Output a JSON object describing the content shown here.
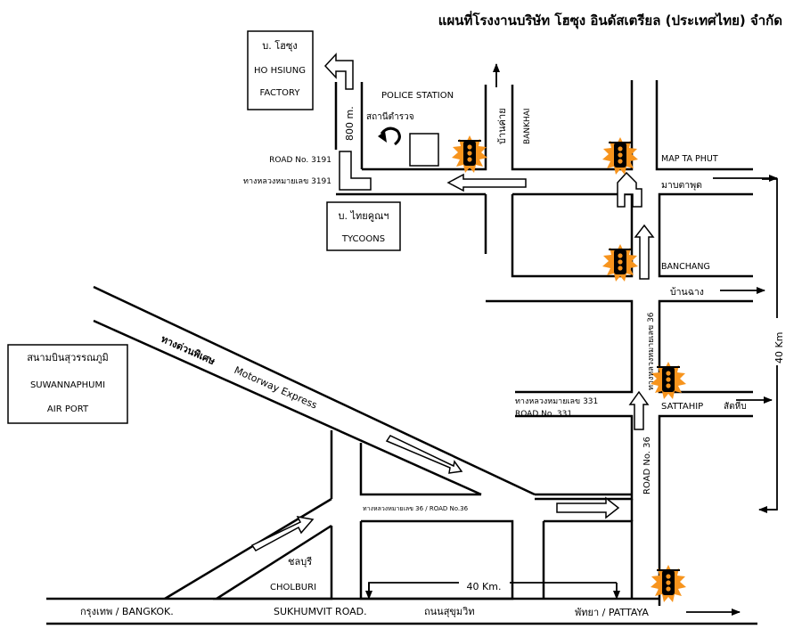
{
  "title": "แผนที่โรงงานบริษัท โฮซุง อินดัสเตรียล (ประเทศไทย) จำกัด",
  "boxes": {
    "factory": {
      "line1": "บ. โฮซุง",
      "line2": "HO HSIUNG",
      "line3": "FACTORY"
    },
    "tycoons": {
      "line1": "บ. ไทยคูณฯ",
      "line2": "TYCOONS"
    },
    "airport": {
      "line1": "สนามบินสุวรรณภูมิ",
      "line2": "SUWANNAPHUMI",
      "line3": "AIR PORT"
    }
  },
  "labels": {
    "distance_800": "800 m.",
    "police_station": "POLICE STATION",
    "police_thai": "สถานีตำรวจ",
    "ban_khai_thai": "บ้านค่าย",
    "bankhai": "BANKHAI",
    "road_3191_en": "ROAD No. 3191",
    "road_3191_th": "ทางหลวงหมายเลข 3191",
    "map_ta_phut_en": "MAP TA PHUT",
    "map_ta_phut_th": "มาบตาพุด",
    "banchang_en": "BANCHANG",
    "banchang_th": "บ้านฉาง",
    "km_40_right": "40 Km",
    "road36_th_vertical": "ทางหลวงหมายเลข 36",
    "road36_en_vertical": "ROAD No. 36",
    "road_331_th": "ทางหลวงหมายเลข 331",
    "road_331_en": "ROAD No. 331",
    "sattahip_en": "SATTAHIP",
    "sattahip_th": "สัตหีบ",
    "motorway_th": "ทางด่วนพิเศษ",
    "motorway_en": "Motorway Express",
    "road36_small": "ทางหลวงหมายเลข 36 / ROAD No.36",
    "cholburi_th": "ชลบุรี",
    "cholburi_en": "CHOLBURI",
    "km_40_bottom": "40 Km.",
    "bangkok": "กรุงเทพ / BANGKOK.",
    "sukhumvit_en": "SUKHUMVIT ROAD.",
    "sukhumvit_th": "ถนนสุขุมวิท",
    "pattaya": "พัทยา / PATTAYA"
  },
  "colors": {
    "signal_glow": "#f7941d",
    "signal_body": "#000000",
    "ink": "#000000"
  },
  "icons": [
    "traffic-light-icon",
    "u-turn-arrow-icon",
    "direction-arrow-icon"
  ]
}
